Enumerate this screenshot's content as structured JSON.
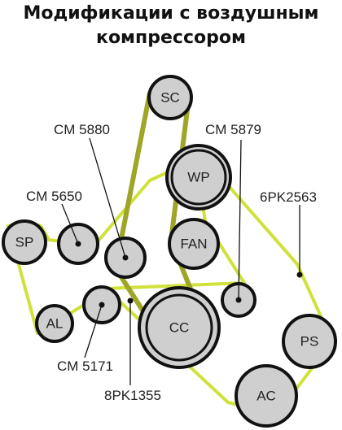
{
  "title": {
    "line1": "Модификации с воздушным",
    "line2": "компрессором"
  },
  "pulleys": {
    "sc": "SC",
    "wp": "WP",
    "sp": "SP",
    "fan": "FAN",
    "al": "AL",
    "cc": "CC",
    "ps": "PS",
    "ac": "AC"
  },
  "labels": {
    "cm5880": "CM 5880",
    "cm5879": "CM 5879",
    "cm5650": "CM 5650",
    "pk2563": "6PK2563",
    "cm5171": "CM 5171",
    "pk1355": "8PK1355"
  },
  "colors": {
    "belt_6pk": "#cfe13a",
    "belt_8pk": "#9ea628",
    "pulley_fill": "#cfcfcf",
    "outline": "#111111"
  }
}
